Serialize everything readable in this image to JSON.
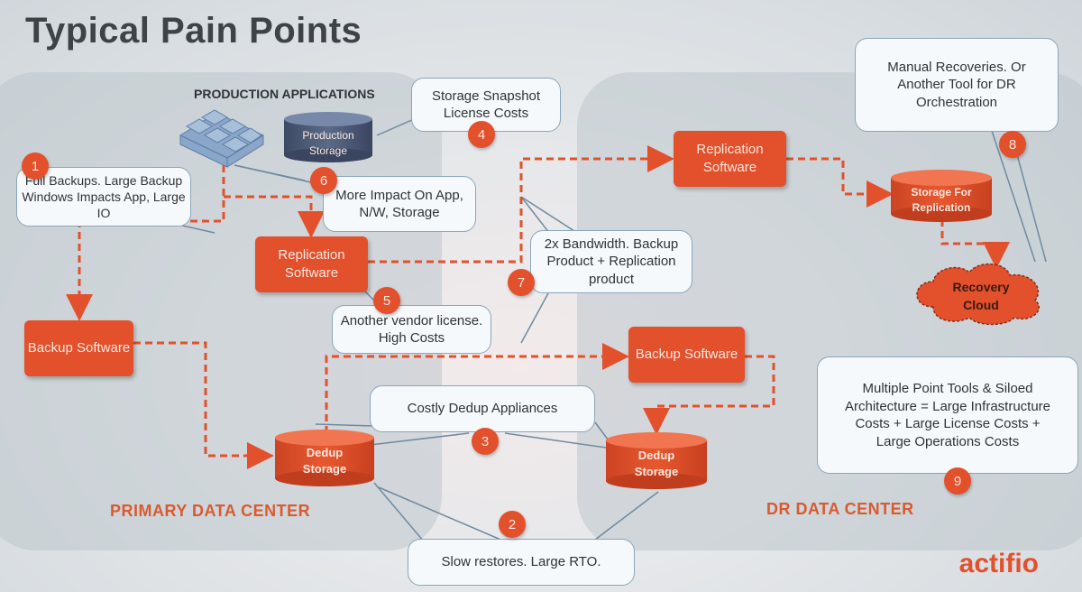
{
  "title": "Typical Pain Points",
  "zones": {
    "primary": "PRIMARY DATA CENTER",
    "dr": "DR DATA CENTER"
  },
  "production": {
    "heading": "PRODUCTION APPLICATIONS",
    "storage": "Production Storage"
  },
  "boxes": {
    "replication_primary": "Replication Software",
    "backup_primary": "Backup Software",
    "replication_dr": "Replication Software",
    "backup_dr": "Backup Software"
  },
  "storage": {
    "dedup_primary": "Dedup Storage",
    "dedup_dr": "Dedup Storage",
    "replication_dr": "Storage For Replication",
    "cloud": "Recovery Cloud"
  },
  "callouts": [
    {
      "badge": "1",
      "text": "Full Backups. Large Backup Windows Impacts App, Large IO"
    },
    {
      "badge": "2",
      "text": "Slow restores. Large RTO."
    },
    {
      "badge": "3",
      "text": "Costly Dedup Appliances"
    },
    {
      "badge": "4",
      "text": "Storage Snapshot License Costs"
    },
    {
      "badge": "5",
      "text": "Another vendor license. High Costs"
    },
    {
      "badge": "6",
      "text": "More Impact On App, N/W, Storage"
    },
    {
      "badge": "7",
      "text": "2x Bandwidth. Backup Product + Replication product"
    },
    {
      "badge": "8",
      "text": "Manual Recoveries. Or Another Tool for DR Orchestration"
    },
    {
      "badge": "9",
      "text": "Multiple Point Tools & Siloed Architecture = Large Infrastructure Costs + Large License Costs + Large Operations Costs"
    }
  ],
  "brand": "actifio",
  "colors": {
    "accent": "#e2502c",
    "callout_border": "#8aa5bb"
  }
}
